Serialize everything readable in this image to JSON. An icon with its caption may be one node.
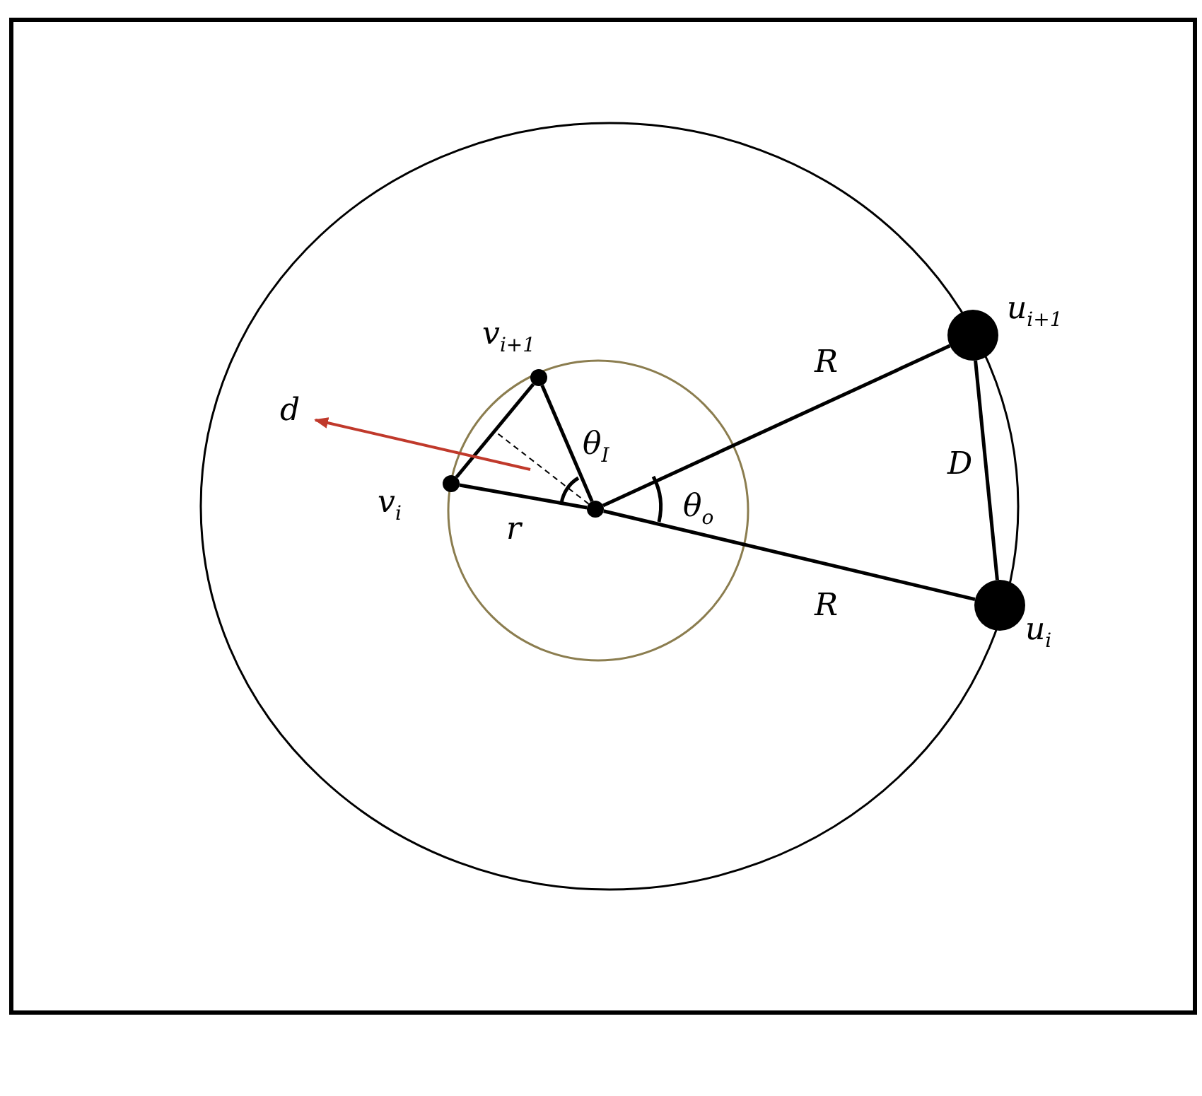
{
  "diagram": {
    "nodes": [
      {
        "text": [
          "u$_{i+1}$"
        ]
      },
      {
        "text": [
          "u$_{i}$"
        ]
      },
      {
        "text": [
          "v$_{i+1}$"
        ]
      },
      {
        "text": [
          "v$_{i}$"
        ]
      },
      {
        "text": [],
        "shape": "circle"
      }
    ],
    "edges": [
      {
        "from": 4,
        "to": 0,
        "arrow": "none",
        "label": "R"
      },
      {
        "from": 4,
        "to": 1,
        "arrow": "none",
        "label": "R"
      },
      {
        "from": 0,
        "to": 1,
        "arrow": "none",
        "label": "D"
      },
      {
        "from": 4,
        "to": 3,
        "arrow": "none",
        "label": "r"
      },
      {
        "from": 3,
        "to": 2,
        "arrow": "none"
      },
      {
        "from": 2,
        "to": 4,
        "arrow": "none"
      },
      {
        "from": 4,
        "to": null,
        "arrow": "none",
        "style": "dashed"
      }
    ],
    "labels": [
      "d",
      "θ$_{I}$",
      "θ$_{o}$"
    ]
  }
}
